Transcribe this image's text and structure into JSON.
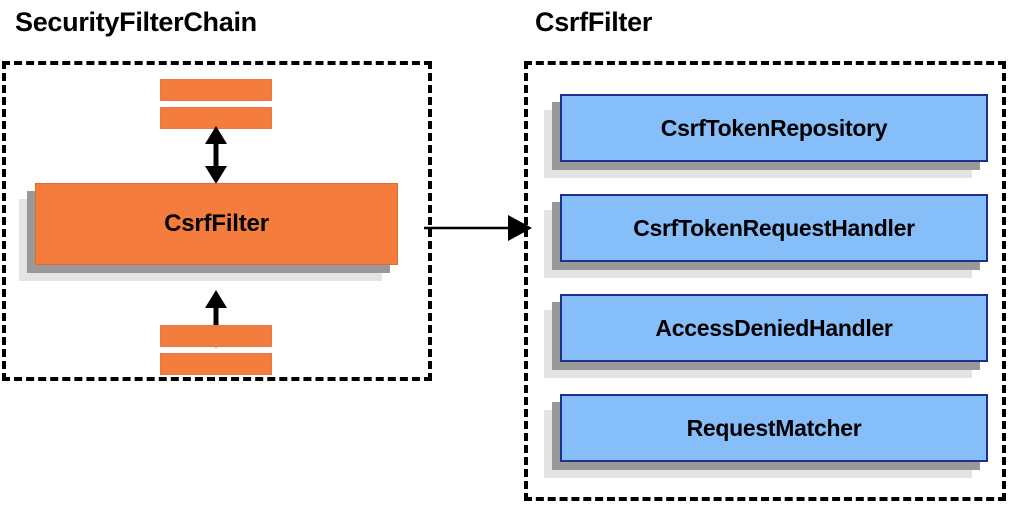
{
  "diagram": {
    "title_left": "SecurityFilterChain",
    "title_right": "CsrfFilter",
    "left_panel": {
      "main_box_label": "CsrfFilter",
      "filter_bars_top": [
        "",
        ""
      ],
      "filter_bars_bottom": [
        "",
        ""
      ]
    },
    "right_panel": {
      "components": [
        {
          "label": "CsrfTokenRepository"
        },
        {
          "label": "CsrfTokenRequestHandler"
        },
        {
          "label": "AccessDeniedHandler"
        },
        {
          "label": "RequestMatcher"
        }
      ]
    },
    "connectors": {
      "top_double_arrow": "bidirectional-vertical",
      "bottom_double_arrow": "bidirectional-vertical",
      "cross_panel_arrow": "unidirectional-right"
    },
    "colors": {
      "orange_fill": "#f47c3c",
      "orange_border": "#d96c33",
      "blue_fill": "#86befa",
      "blue_border": "#1f2f8f",
      "shadow_near": "#999999",
      "shadow_far": "#e4e4e4",
      "panel_border": "#000000",
      "text": "#000000",
      "background": "#ffffff"
    }
  }
}
